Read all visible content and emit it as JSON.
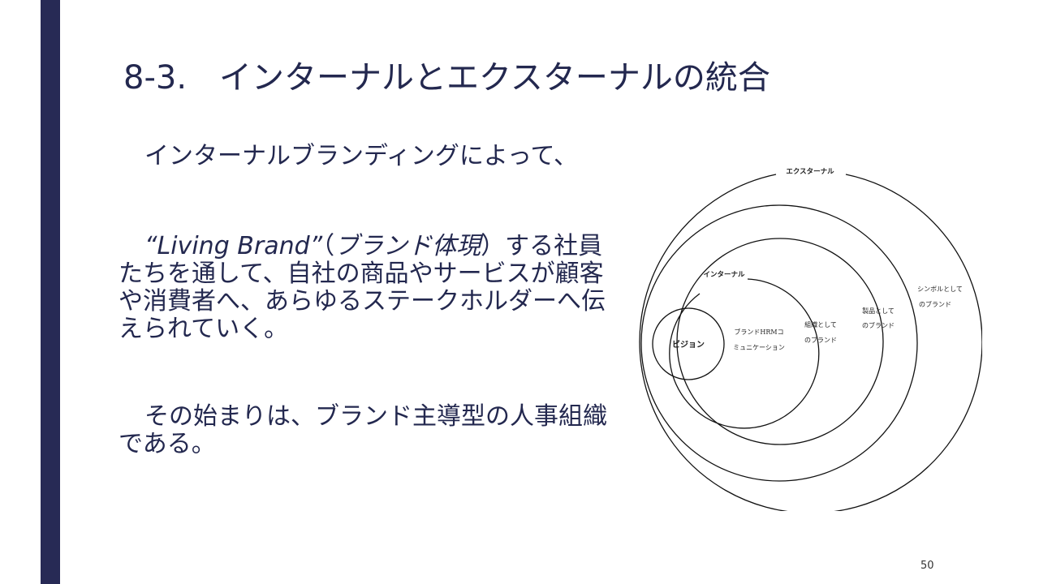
{
  "slide": {
    "title": "8-3.　インターナルとエクスターナルの統合",
    "page_number": "50"
  },
  "content": {
    "para1": "インターナルブランディングによって、",
    "para2_quote": "“Living Brand”",
    "para2_paren_open": "（",
    "para2_paren_inner": "ブランド体現",
    "para2_paren_close": "）",
    "para2_rest": "する社員たちを通して、自社の商品やサービスが顧客や消費者へ、あらゆるステークホルダーへ伝えられていく。",
    "para3": "その始まりは、ブランド主導型の人事組織である。"
  },
  "diagram": {
    "external_label": "エクスターナル",
    "internal_label": "インターナル",
    "vision_label": "ビジョン",
    "hrm_line1": "ブランドHRMコ",
    "hrm_line2": "ミュニケーション",
    "org_line1": "組織として",
    "org_line2": "のブランド",
    "product_line1": "製品として",
    "product_line2": "のブランド",
    "symbol_line1": "シンボルとして",
    "symbol_line2": "のブランド"
  }
}
